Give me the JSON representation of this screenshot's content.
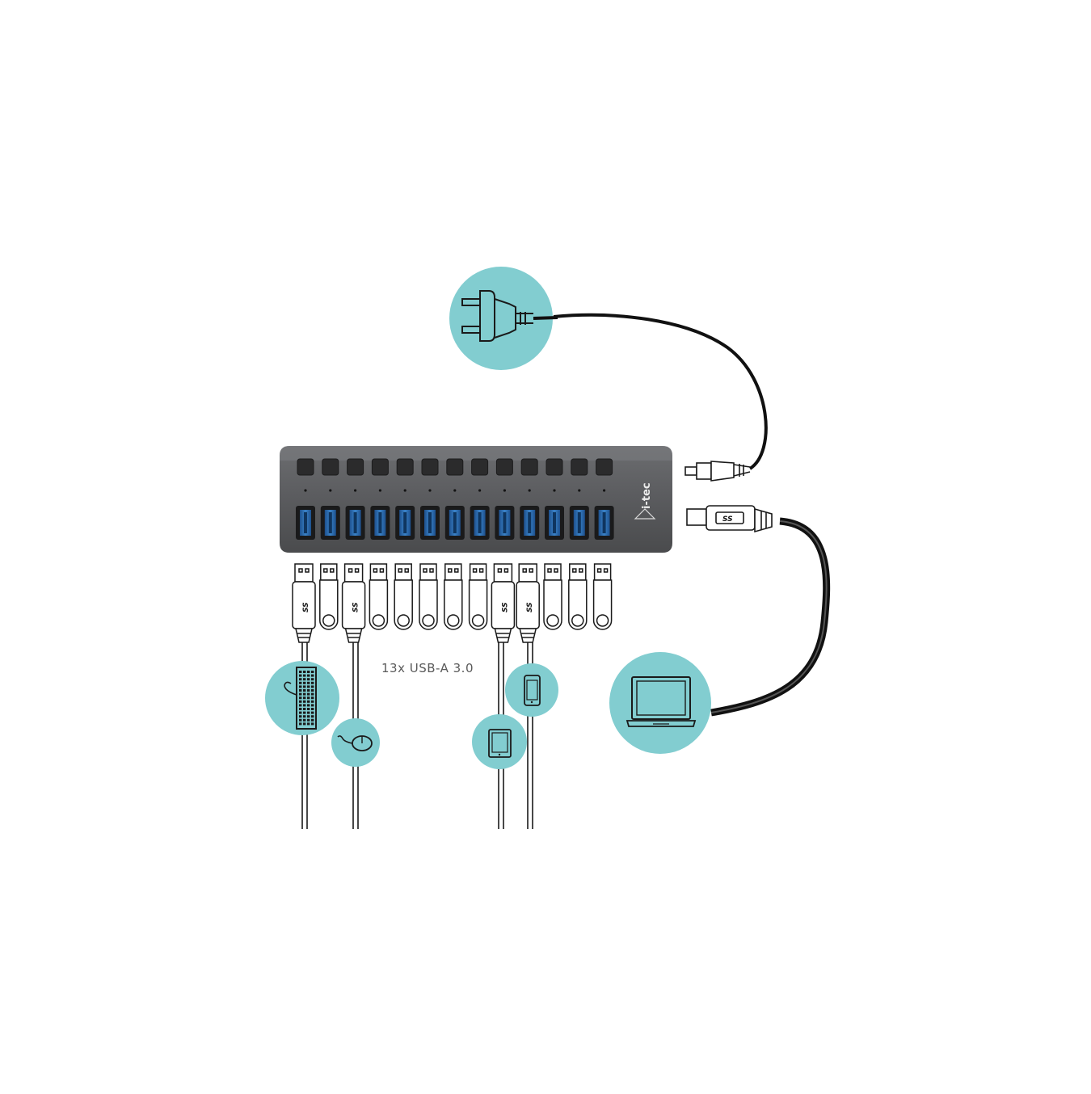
{
  "caption": "13x USB-A 3.0",
  "brand": {
    "logo_text": "i-tec"
  },
  "usb_badge": "SS",
  "hub": {
    "port_count": 13,
    "button_count": 13
  },
  "connected_devices": [
    {
      "port": 1,
      "icon": "keyboard-icon"
    },
    {
      "port": 3,
      "icon": "mouse-icon"
    },
    {
      "port": 9,
      "icon": "tablet-icon"
    },
    {
      "port": 10,
      "icon": "smartphone-icon"
    }
  ],
  "upstream": {
    "power_icon": "power-plug-icon",
    "host_icon": "laptop-icon"
  },
  "colors": {
    "accent": "#82cdd0",
    "hub_body": "#5b5c5e",
    "port_blue": "#2f6fb7",
    "cable": "#111111"
  }
}
